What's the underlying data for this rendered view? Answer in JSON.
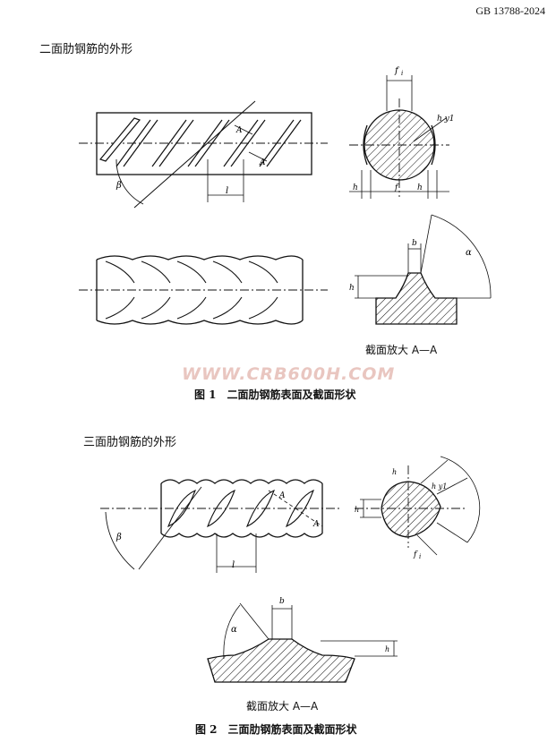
{
  "header": {
    "standard_number": "GB 13788-2024"
  },
  "figure1": {
    "section_title": "二面肋钢筋的外形",
    "caption": "图 1　二面肋钢筋表面及截面形状",
    "section_view_label": "截面放大 A—A",
    "labels": {
      "f1": "f",
      "f1_sub": "i",
      "beta": "β",
      "l": "l",
      "h": "h",
      "h_right": "h",
      "hy": "h y1",
      "b": "b",
      "alpha": "α",
      "A1": "A",
      "A2": "A"
    }
  },
  "watermark": "WWW.CRB600H.COM",
  "figure2": {
    "section_title": "三面肋钢筋的外形",
    "caption": "图 2　三面肋钢筋表面及截面形状",
    "section_view_label": "截面放大 A—A",
    "labels": {
      "beta": "β",
      "l": "l",
      "h": "h",
      "hy": "h y1",
      "f1": "f",
      "f1_sub": "i",
      "b": "b",
      "alpha": "α",
      "A1": "A",
      "A2": "A",
      "h_small": "h"
    }
  }
}
